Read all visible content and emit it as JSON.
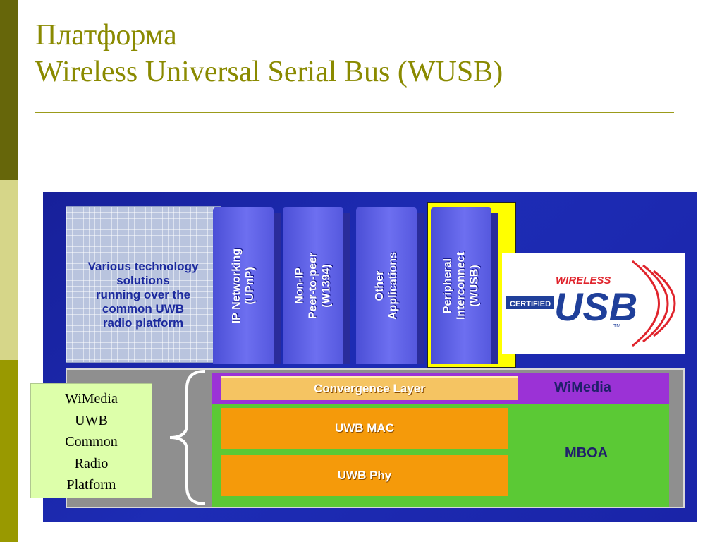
{
  "slide": {
    "title_line1": "Платформа",
    "title_line2": "Wireless Universal Serial Bus (WUSB)"
  },
  "diagram": {
    "tech_box_text": "Various technology\nsolutions\nrunning over the\ncommon UWB\nradio platform",
    "columns": [
      {
        "label": "IP Networking\n(UPnP)"
      },
      {
        "label": "Non-IP\nPeer-to-peer\n(W1394)"
      },
      {
        "label": "Other\nApplications"
      },
      {
        "label": "Peripheral\nInterconnect\n(WUSB)"
      }
    ],
    "logo": {
      "word_wireless": "WIRELESS",
      "word_certified": "CERTIFIED",
      "word_usb": "USB",
      "tm": "TM"
    },
    "layers": {
      "convergence": "Convergence Layer",
      "mac": "UWB MAC",
      "phy": "UWB Phy",
      "wimedia": "WiMedia",
      "mboa": "MBOA"
    },
    "callout_lines": [
      "WiMedia",
      "UWB",
      "Common",
      "Radio",
      "Platform"
    ]
  },
  "colors": {
    "accent_olive": "#8a8a00",
    "panel_blue": "#1a24a8",
    "wimedia_purple": "#9b32d6",
    "mboa_green": "#5bc935",
    "layer_orange": "#f59a0a",
    "highlight_yellow": "#ffff00"
  }
}
